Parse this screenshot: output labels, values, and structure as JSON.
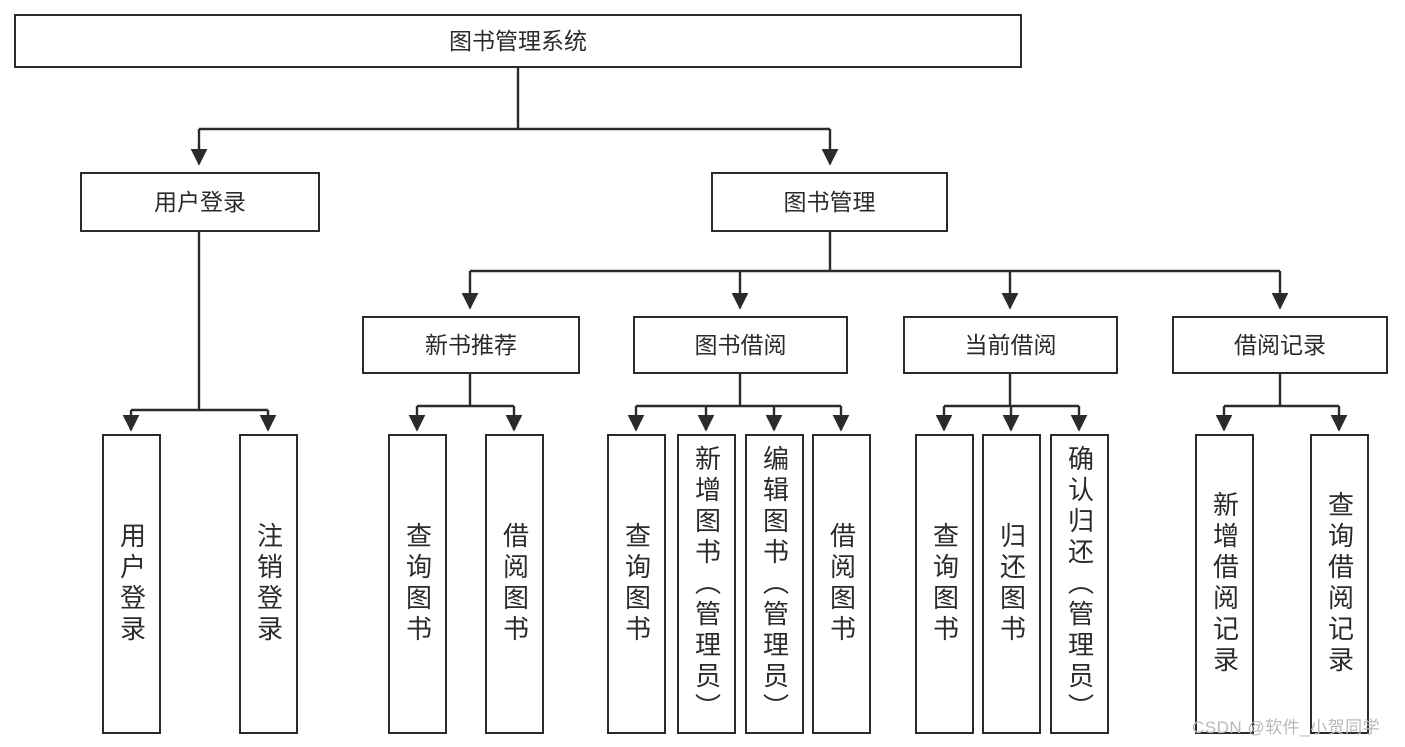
{
  "diagram": {
    "title": "图书管理系统",
    "watermark": "CSDN @软件_小贺同学",
    "colors": {
      "box_border": "#2b2b2b",
      "box_fill": "#ffffff",
      "edge": "#2b2b2b",
      "text": "#2b2b2b",
      "watermark": "#b9b9b9",
      "background": "#ffffff"
    },
    "root": {
      "label": "图书管理系统"
    },
    "level2": [
      {
        "label": "用户登录"
      },
      {
        "label": "图书管理"
      }
    ],
    "level3": [
      {
        "label": "新书推荐"
      },
      {
        "label": "图书借阅"
      },
      {
        "label": "当前借阅"
      },
      {
        "label": "借阅记录"
      }
    ],
    "leaves": {
      "user_login": [
        {
          "label": "用户登录"
        },
        {
          "label": "注销登录"
        }
      ],
      "new_book": [
        {
          "label": "查询图书"
        },
        {
          "label": "借阅图书"
        }
      ],
      "borrow": [
        {
          "label": "查询图书"
        },
        {
          "label": "新增图书（管理员）"
        },
        {
          "label": "编辑图书（管理员）"
        },
        {
          "label": "借阅图书"
        }
      ],
      "current": [
        {
          "label": "查询图书"
        },
        {
          "label": "归还图书"
        },
        {
          "label": "确认归还（管理员）"
        }
      ],
      "records": [
        {
          "label": "新增借阅记录"
        },
        {
          "label": "查询借阅记录"
        }
      ]
    }
  }
}
